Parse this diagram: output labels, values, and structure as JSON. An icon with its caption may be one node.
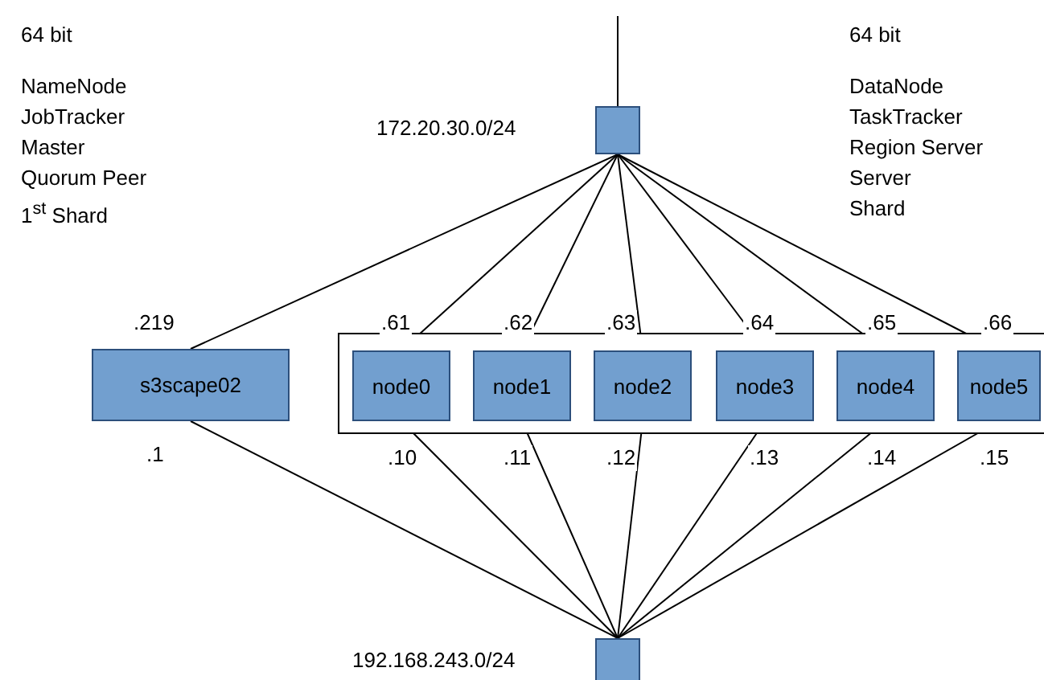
{
  "diagram": {
    "nodes": [
      {
        "text": [],
        "shape": "box",
        "beside": [
          "172.20.30.0/24"
        ]
      },
      {
        "text": [
          "s3scape02"
        ]
      },
      {
        "text": [],
        "shape": "box"
      },
      {
        "text": [
          "node0"
        ],
        "in": 2
      },
      {
        "text": [
          "node1"
        ],
        "in": 2
      },
      {
        "text": [
          "node2"
        ],
        "in": 2
      },
      {
        "text": [
          "node3"
        ],
        "in": 2
      },
      {
        "text": [
          "node4"
        ],
        "in": 2
      },
      {
        "text": [
          "node5"
        ],
        "in": 2
      },
      {
        "text": [],
        "shape": "box",
        "beside": [
          "192.168.243.0/24"
        ]
      }
    ],
    "edges": [
      {
        "from": null,
        "to": 0,
        "arrow": "none"
      },
      {
        "from": 0,
        "to": 1,
        "arrow": "none",
        "label": ".219"
      },
      {
        "from": 0,
        "to": 3,
        "arrow": "none",
        "label": ".61"
      },
      {
        "from": 0,
        "to": 4,
        "arrow": "none",
        "label": ".62"
      },
      {
        "from": 0,
        "to": 5,
        "arrow": "none",
        "label": ".63"
      },
      {
        "from": 0,
        "to": 6,
        "arrow": "none",
        "label": ".64"
      },
      {
        "from": 0,
        "to": 7,
        "arrow": "none",
        "label": ".65"
      },
      {
        "from": 0,
        "to": 8,
        "arrow": "none",
        "label": ".66"
      },
      {
        "from": 1,
        "to": 9,
        "arrow": "none",
        "label": ".1"
      },
      {
        "from": 3,
        "to": 9,
        "arrow": "none",
        "label": ".10"
      },
      {
        "from": 4,
        "to": 9,
        "arrow": "none",
        "label": ".11"
      },
      {
        "from": 5,
        "to": 9,
        "arrow": "none",
        "label": ".12"
      },
      {
        "from": 6,
        "to": 9,
        "arrow": "none",
        "label": ".13"
      },
      {
        "from": 7,
        "to": 9,
        "arrow": "none",
        "label": ".14"
      },
      {
        "from": 8,
        "to": 9,
        "arrow": "none",
        "label": ".15"
      }
    ],
    "labels": [
      "64 bit",
      "NameNode",
      "JobTracker",
      "Master",
      "Quorum Peer",
      "1$^{st}$ Shard",
      "64 bit",
      "DataNode",
      "TaskTracker",
      "Region Server",
      "Server",
      "Shard"
    ]
  }
}
